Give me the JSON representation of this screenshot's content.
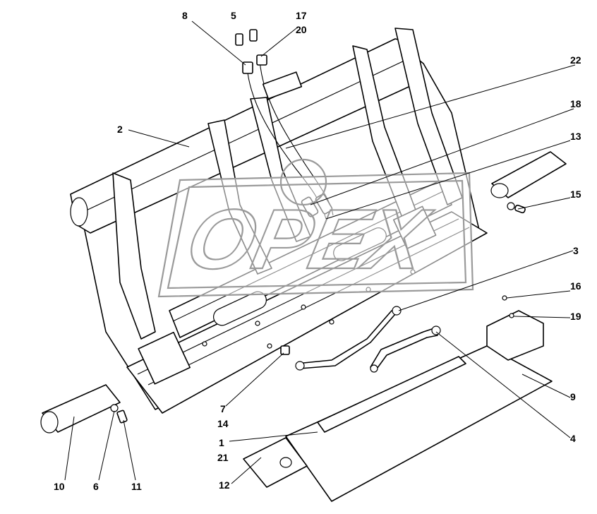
{
  "watermark": {
    "text": "OPEX",
    "color": "#9a9a9a"
  },
  "callouts": [
    {
      "id": "c8",
      "label": "8"
    },
    {
      "id": "c5",
      "label": "5"
    },
    {
      "id": "c17",
      "label": "17"
    },
    {
      "id": "c20",
      "label": "20"
    },
    {
      "id": "c22",
      "label": "22"
    },
    {
      "id": "c2",
      "label": "2"
    },
    {
      "id": "c18",
      "label": "18"
    },
    {
      "id": "c13",
      "label": "13"
    },
    {
      "id": "c15",
      "label": "15"
    },
    {
      "id": "c3",
      "label": "3"
    },
    {
      "id": "c16",
      "label": "16"
    },
    {
      "id": "c19",
      "label": "19"
    },
    {
      "id": "c9",
      "label": "9"
    },
    {
      "id": "c7",
      "label": "7"
    },
    {
      "id": "c14",
      "label": "14"
    },
    {
      "id": "c4",
      "label": "4"
    },
    {
      "id": "c1",
      "label": "1"
    },
    {
      "id": "c21",
      "label": "21"
    },
    {
      "id": "c12",
      "label": "12"
    },
    {
      "id": "c10",
      "label": "10"
    },
    {
      "id": "c6",
      "label": "6"
    },
    {
      "id": "c11",
      "label": "11"
    }
  ]
}
